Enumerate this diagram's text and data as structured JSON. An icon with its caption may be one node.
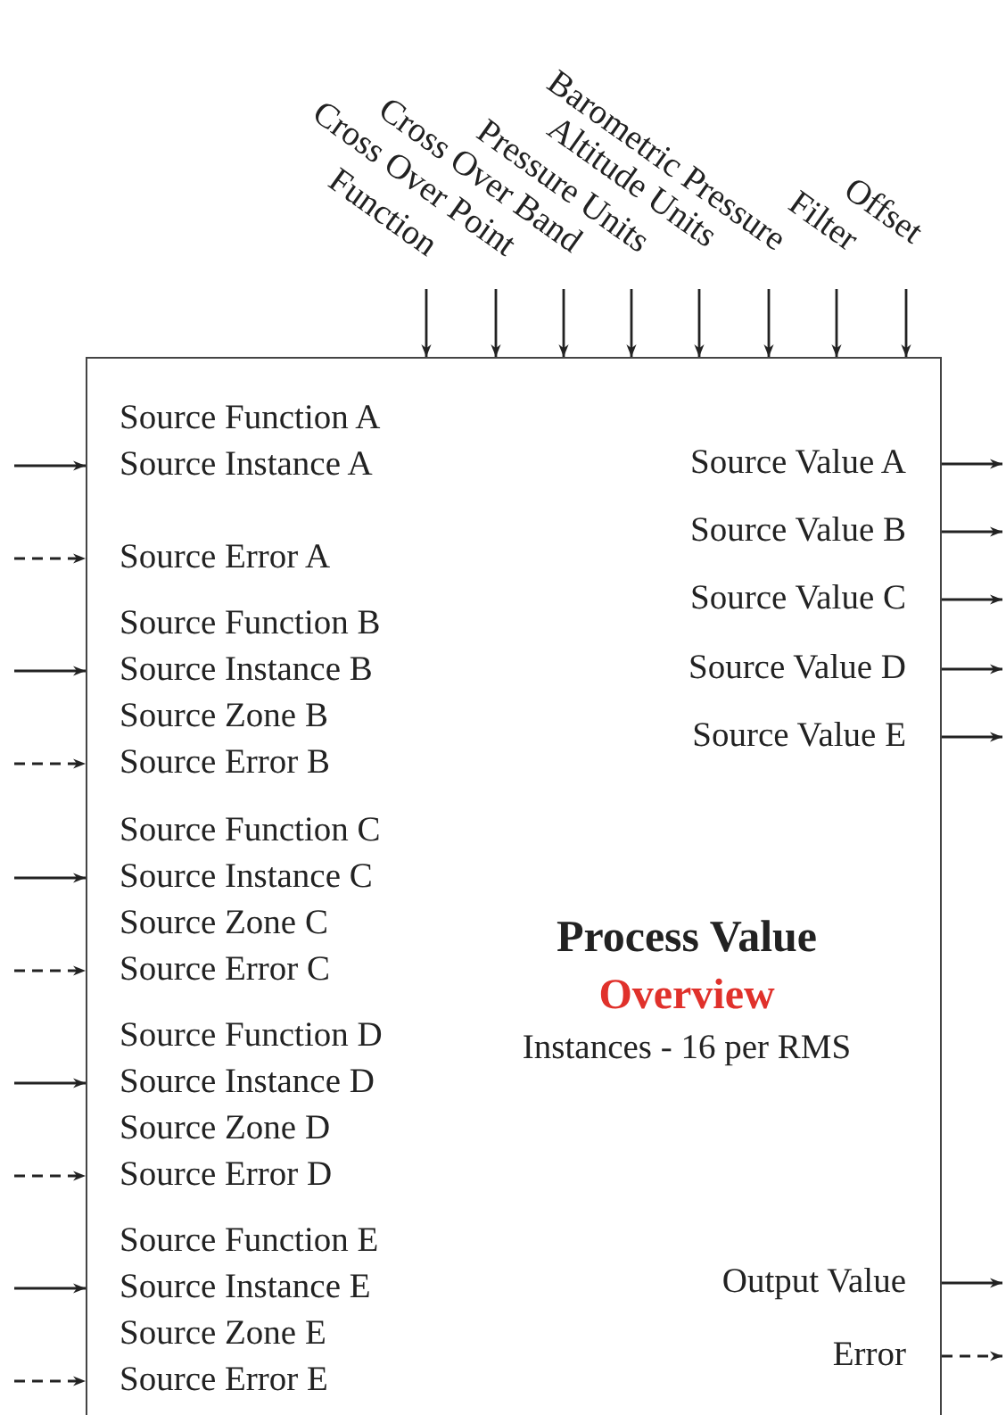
{
  "diagram": {
    "nodes": [
      {
        "text": [
          "Process Value",
          "Overview",
          "Instances - 16 per RMS"
        ]
      },
      {
        "text": [
          "Function"
        ]
      },
      {
        "text": [
          "Cross Over Point"
        ]
      },
      {
        "text": [
          "Cross Over Band"
        ]
      },
      {
        "text": [
          "Pressure Units"
        ]
      },
      {
        "text": [
          "Altitude Units"
        ]
      },
      {
        "text": [
          "Barometric Pressure"
        ]
      },
      {
        "text": [
          "Filter"
        ]
      },
      {
        "text": [
          "Offset"
        ]
      },
      {
        "text": [
          "Source Function A"
        ],
        "in": 0
      },
      {
        "text": [
          "Source Instance A"
        ],
        "in": 0
      },
      {
        "text": [
          "Source Error A"
        ],
        "in": 0
      },
      {
        "text": [
          "Source Function B"
        ],
        "in": 0
      },
      {
        "text": [
          "Source Instance B"
        ],
        "in": 0
      },
      {
        "text": [
          "Source Zone B"
        ],
        "in": 0
      },
      {
        "text": [
          "Source Error B"
        ],
        "in": 0
      },
      {
        "text": [
          "Source Function C"
        ],
        "in": 0
      },
      {
        "text": [
          "Source Instance C"
        ],
        "in": 0
      },
      {
        "text": [
          "Source Zone C"
        ],
        "in": 0
      },
      {
        "text": [
          "Source Error C"
        ],
        "in": 0
      },
      {
        "text": [
          "Source Function D"
        ],
        "in": 0
      },
      {
        "text": [
          "Source Instance D"
        ],
        "in": 0
      },
      {
        "text": [
          "Source Zone D"
        ],
        "in": 0
      },
      {
        "text": [
          "Source Error D"
        ],
        "in": 0
      },
      {
        "text": [
          "Source Function E"
        ],
        "in": 0
      },
      {
        "text": [
          "Source Instance E"
        ],
        "in": 0
      },
      {
        "text": [
          "Source Zone E"
        ],
        "in": 0
      },
      {
        "text": [
          "Source Error E"
        ],
        "in": 0
      },
      {
        "text": [
          "Source Value A"
        ],
        "in": 0
      },
      {
        "text": [
          "Source Value B"
        ],
        "in": 0
      },
      {
        "text": [
          "Source Value C"
        ],
        "in": 0
      },
      {
        "text": [
          "Source Value D"
        ],
        "in": 0
      },
      {
        "text": [
          "Source Value E"
        ],
        "in": 0
      },
      {
        "text": [
          "Output Value"
        ],
        "in": 0
      },
      {
        "text": [
          "Error"
        ],
        "in": 0
      }
    ],
    "edges": [
      {
        "from": 1,
        "to": 0,
        "arrow": "to"
      },
      {
        "from": 2,
        "to": 0,
        "arrow": "to"
      },
      {
        "from": 3,
        "to": 0,
        "arrow": "to"
      },
      {
        "from": 4,
        "to": 0,
        "arrow": "to"
      },
      {
        "from": 5,
        "to": 0,
        "arrow": "to"
      },
      {
        "from": 6,
        "to": 0,
        "arrow": "to"
      },
      {
        "from": 7,
        "to": 0,
        "arrow": "to"
      },
      {
        "from": 8,
        "to": 0,
        "arrow": "to"
      },
      {
        "from": null,
        "to": 10,
        "arrow": "to"
      },
      {
        "from": null,
        "to": 11,
        "arrow": "to",
        "style": "dashed"
      },
      {
        "from": null,
        "to": 13,
        "arrow": "to"
      },
      {
        "from": null,
        "to": 15,
        "arrow": "to",
        "style": "dashed"
      },
      {
        "from": null,
        "to": 17,
        "arrow": "to"
      },
      {
        "from": null,
        "to": 19,
        "arrow": "to",
        "style": "dashed"
      },
      {
        "from": null,
        "to": 21,
        "arrow": "to"
      },
      {
        "from": null,
        "to": 23,
        "arrow": "to",
        "style": "dashed"
      },
      {
        "from": null,
        "to": 25,
        "arrow": "to"
      },
      {
        "from": null,
        "to": 27,
        "arrow": "to",
        "style": "dashed"
      },
      {
        "from": 28,
        "to": null,
        "arrow": "to"
      },
      {
        "from": 29,
        "to": null,
        "arrow": "to"
      },
      {
        "from": 30,
        "to": null,
        "arrow": "to"
      },
      {
        "from": 31,
        "to": null,
        "arrow": "to"
      },
      {
        "from": 32,
        "to": null,
        "arrow": "to"
      },
      {
        "from": 33,
        "to": null,
        "arrow": "to"
      },
      {
        "from": 34,
        "to": null,
        "arrow": "to",
        "style": "dashed"
      }
    ]
  }
}
